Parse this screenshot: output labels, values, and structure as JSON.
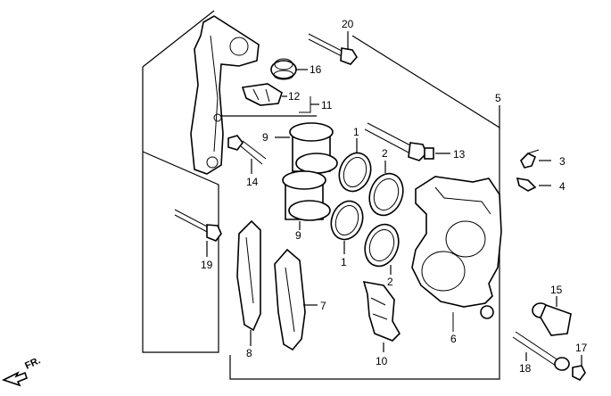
{
  "labels": {
    "p1a": "1",
    "p1b": "1",
    "p2a": "2",
    "p2b": "2",
    "p3": "3",
    "p4": "4",
    "p5": "5",
    "p6": "6",
    "p7": "7",
    "p8": "8",
    "p9a": "9",
    "p9b": "9",
    "p10": "10",
    "p11": "11",
    "p12": "12",
    "p13": "13",
    "p14": "14",
    "p15": "15",
    "p16": "16",
    "p17": "17",
    "p18": "18",
    "p19": "19",
    "p20": "20"
  },
  "direction": "FR."
}
